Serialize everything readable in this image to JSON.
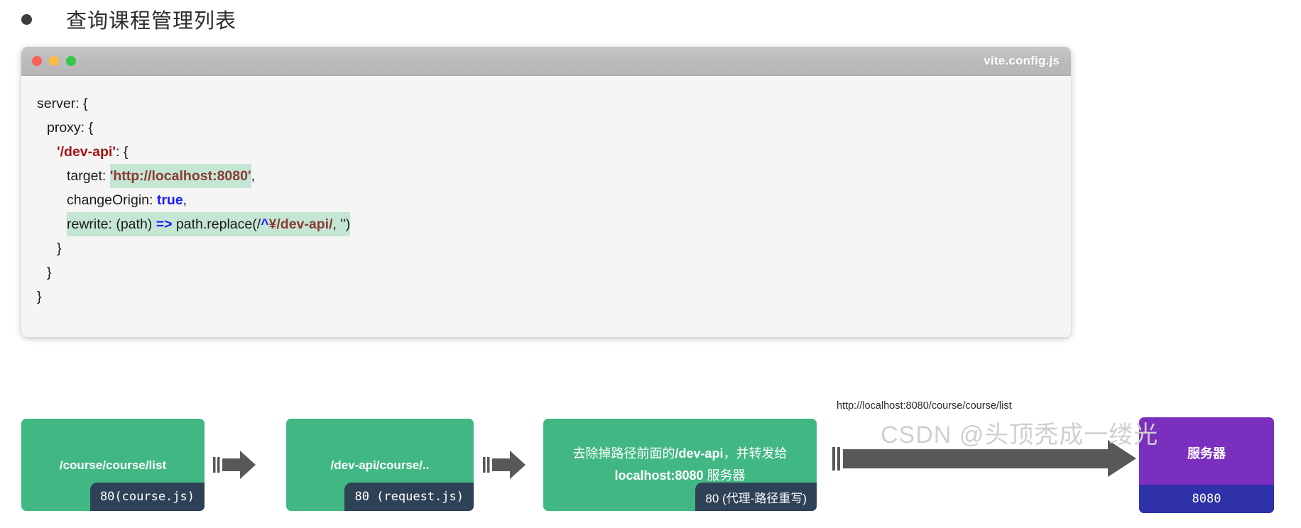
{
  "heading": {
    "bullet": "bullet-point",
    "text": "查询课程管理列表"
  },
  "code_window": {
    "title": "vite.config.js",
    "traffic_lights": [
      "close-red",
      "minimize-yellow",
      "maximize-green"
    ],
    "lines": [
      {
        "indent": 0,
        "parts": [
          {
            "t": "server: {",
            "cls": ""
          }
        ]
      },
      {
        "indent": 1,
        "parts": [
          {
            "t": "proxy: {",
            "cls": ""
          }
        ]
      },
      {
        "indent": 2,
        "parts": [
          {
            "t": "'/dev-api'",
            "cls": "tok-str"
          },
          {
            "t": ": {",
            "cls": ""
          }
        ]
      },
      {
        "indent": 3,
        "parts": [
          {
            "t": "target: ",
            "cls": ""
          },
          {
            "t": "'http://localhost:8080'",
            "cls": "tok-url hl"
          },
          {
            "t": ",",
            "cls": ""
          }
        ]
      },
      {
        "indent": 3,
        "parts": [
          {
            "t": "changeOrigin: ",
            "cls": ""
          },
          {
            "t": "true",
            "cls": "tok-key"
          },
          {
            "t": ",",
            "cls": ""
          }
        ]
      },
      {
        "indent": 3,
        "parts": [
          {
            "t": "rewrite: (path) ",
            "cls": "hl"
          },
          {
            "t": "=>",
            "cls": "tok-op hl"
          },
          {
            "t": " path.replace(/",
            "cls": "hl"
          },
          {
            "t": "^",
            "cls": "tok-caret hl"
          },
          {
            "t": "¥/dev-api/",
            "cls": "tok-re hl"
          },
          {
            "t": ", '')",
            "cls": "hl"
          }
        ]
      },
      {
        "indent": 2,
        "parts": [
          {
            "t": "}",
            "cls": ""
          }
        ]
      },
      {
        "indent": 1,
        "parts": [
          {
            "t": "}",
            "cls": ""
          }
        ]
      },
      {
        "indent": 0,
        "parts": [
          {
            "t": "}",
            "cls": ""
          }
        ]
      }
    ],
    "full_code": "server: {\n  proxy: {\n    '/dev-api': {\n      target: 'http://localhost:8080',\n      changeOrigin: true,\n      rewrite: (path) => path.replace(/^¥/dev-api/, '')\n    }\n  }\n}"
  },
  "flow": {
    "nodes": [
      {
        "id": "node-course-list",
        "label": "/course/course/list",
        "label_parts": [
          {
            "t": "/course/course/list",
            "bold": true
          }
        ],
        "badge": "80(course.js)",
        "color": "#41b883",
        "badge_color": "#2e4156"
      },
      {
        "id": "node-dev-api",
        "label": "/dev-api/course/..",
        "label_parts": [
          {
            "t": "/dev-api/course/..",
            "bold": true
          }
        ],
        "badge": "80 (request.js)",
        "color": "#41b883",
        "badge_color": "#2e4156"
      },
      {
        "id": "node-proxy-rewrite",
        "label": "去除掉路径前面的/dev-api，并转发给 localhost:8080 服务器",
        "label_line1_parts": [
          {
            "t": "去除掉路径前面的",
            "bold": false
          },
          {
            "t": "/dev-api",
            "bold": true
          },
          {
            "t": "，并转发给",
            "bold": false
          }
        ],
        "label_line2_parts": [
          {
            "t": "localhost:8080",
            "bold": true
          },
          {
            "t": " 服务器",
            "bold": false
          }
        ],
        "badge": "80 (代理-路径重写)",
        "color": "#41b883",
        "badge_color": "#2e4156"
      },
      {
        "id": "node-server",
        "label": "服务器",
        "badge": "8080",
        "color": "#7b2fbe",
        "badge_color": "#2e31a8"
      }
    ],
    "arrows": [
      {
        "id": "arrow-1",
        "from": "node-course-list",
        "to": "node-dev-api"
      },
      {
        "id": "arrow-2",
        "from": "node-dev-api",
        "to": "node-proxy-rewrite"
      },
      {
        "id": "arrow-3",
        "from": "node-proxy-rewrite",
        "to": "node-server",
        "label": "http://localhost:8080/course/course/list"
      }
    ],
    "edge_label": "http://localhost:8080/course/course/list"
  },
  "watermark": {
    "text": "CSDN @头顶秃成一缕光"
  },
  "colors": {
    "green_node": "#41b883",
    "purple_node": "#7b2fbe",
    "badge_dark": "#2e4156",
    "badge_blue": "#2e31a8",
    "arrow_gray": "#585858",
    "code_highlight": "#c5e6d4",
    "titlebar_gray": "#bcbcbc",
    "string_red": "#a31515",
    "keyword_blue": "#1a1aff"
  }
}
